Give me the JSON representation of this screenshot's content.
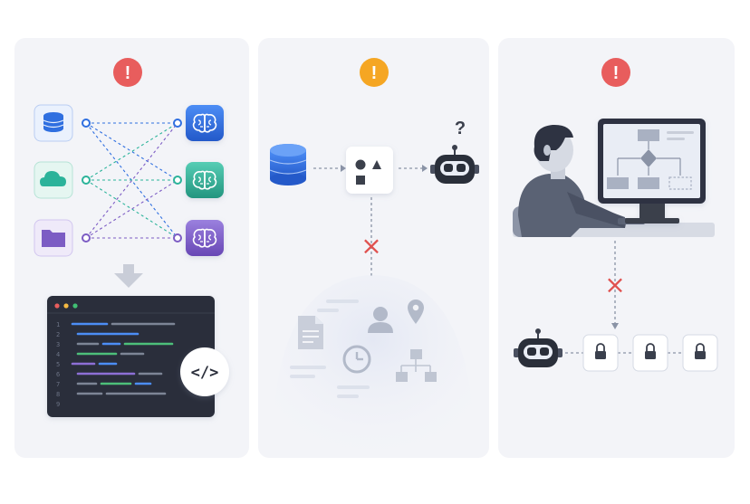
{
  "colors": {
    "alert_red": "#E85D5D",
    "alert_orange": "#F5A623",
    "blue": "#2F6FE0",
    "teal": "#2BB39A",
    "purple": "#7C5CC4",
    "panel_bg": "#F3F4F8",
    "editor_bg": "#2A2F3A",
    "cross": "#E0514F"
  },
  "panels": [
    {
      "alert": "!",
      "alert_icon": "warning-icon",
      "sources": [
        "database-icon",
        "cloud-icon",
        "folder-icon"
      ],
      "targets": [
        "brain-icon",
        "brain-icon",
        "brain-icon"
      ],
      "code_icon": "</>",
      "line_numbers": [
        "1",
        "2",
        "3",
        "4",
        "5",
        "6",
        "7",
        "8",
        "9"
      ]
    },
    {
      "alert": "!",
      "alert_icon": "warning-icon",
      "robot_question": "?",
      "blocked_mark": "×"
    },
    {
      "alert": "!",
      "alert_icon": "warning-icon",
      "blocked_mark": "×",
      "locks": [
        "lock-icon",
        "lock-icon",
        "lock-icon"
      ]
    }
  ]
}
